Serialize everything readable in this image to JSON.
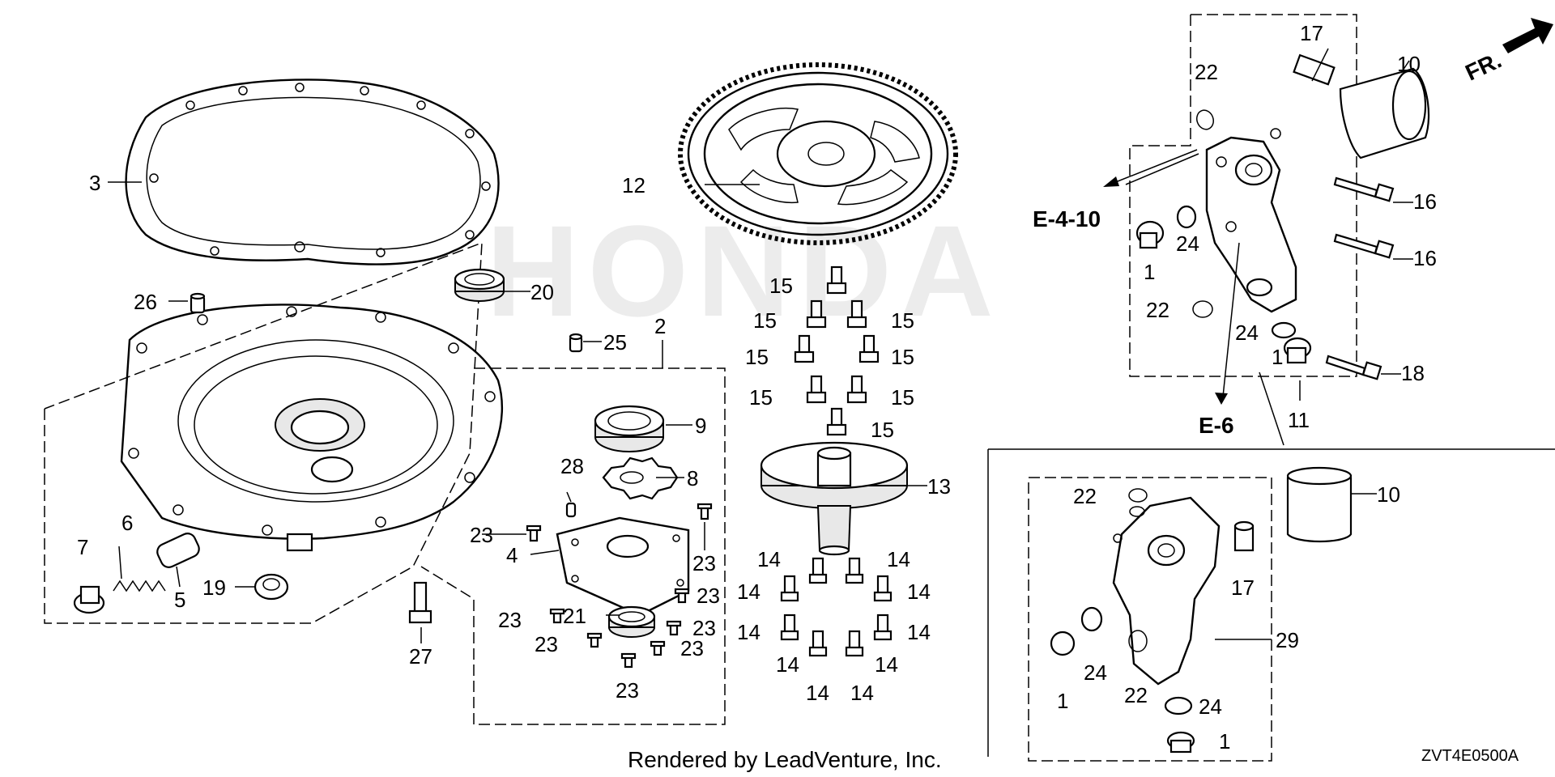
{
  "diagram": {
    "callouts": {
      "c1a": "1",
      "c1b": "1",
      "c1c": "1",
      "c1d": "1",
      "c2": "2",
      "c3": "3",
      "c4": "4",
      "c5": "5",
      "c6": "6",
      "c7": "7",
      "c8": "8",
      "c9": "9",
      "c10a": "10",
      "c10b": "10",
      "c11": "11",
      "c12": "12",
      "c13": "13",
      "c14a": "14",
      "c14b": "14",
      "c14c": "14",
      "c14d": "14",
      "c14e": "14",
      "c14f": "14",
      "c14g": "14",
      "c14h": "14",
      "c14i": "14",
      "c14j": "14",
      "c15a": "15",
      "c15b": "15",
      "c15c": "15",
      "c15d": "15",
      "c15e": "15",
      "c15f": "15",
      "c15g": "15",
      "c15h": "15",
      "c16a": "16",
      "c16b": "16",
      "c17a": "17",
      "c17b": "17",
      "c18": "18",
      "c19": "19",
      "c20": "20",
      "c21": "21",
      "c22a": "22",
      "c22b": "22",
      "c22c": "22",
      "c22d": "22",
      "c23a": "23",
      "c23b": "23",
      "c23c": "23",
      "c23d": "23",
      "c23e": "23",
      "c23f": "23",
      "c23g": "23",
      "c23h": "23",
      "c24a": "24",
      "c24b": "24",
      "c24c": "24",
      "c24d": "24",
      "c25": "25",
      "c26": "26",
      "c27": "27",
      "c28": "28",
      "c29": "29"
    },
    "references": {
      "ref_e410": "E-4-10",
      "ref_e6": "E-6"
    },
    "direction_label": "FR.",
    "watermark": "HONDA",
    "footer_text": "Rendered by LeadVenture, Inc.",
    "diagram_code": "ZVT4E0500A"
  }
}
